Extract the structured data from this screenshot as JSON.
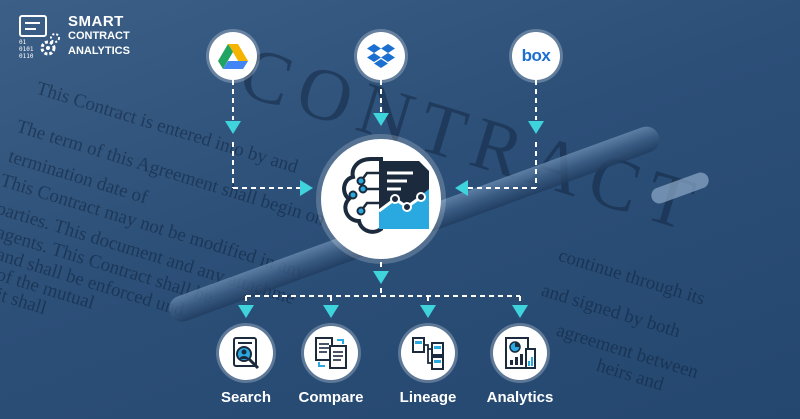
{
  "logo": {
    "line1": "SMART",
    "line2": "CONTRACT",
    "line3": "ANALYTICS",
    "icon": "gear-document-icon"
  },
  "background_text": {
    "title": "CONTRACT",
    "lines": [
      "This Contract is entered into by and",
      "The term of this Agreement shall begin on",
      "termination date of",
      "This Contract may not be modified in any",
      "parties. This document and any attachme",
      "agents. This Contract shall be",
      "and shall be enforced und",
      "of the mutual",
      "it shall",
      "continue through its",
      "and signed by both",
      "agreement between",
      "heirs and"
    ]
  },
  "sources": [
    {
      "name": "Google Drive",
      "icon": "google-drive-icon"
    },
    {
      "name": "Dropbox",
      "icon": "dropbox-icon"
    },
    {
      "name": "box",
      "icon": "box-icon"
    }
  ],
  "center": {
    "icon": "ai-brain-document-chart-icon"
  },
  "features": [
    {
      "label": "Search",
      "icon": "search-document-icon"
    },
    {
      "label": "Compare",
      "icon": "compare-documents-icon"
    },
    {
      "label": "Lineage",
      "icon": "lineage-icon"
    },
    {
      "label": "Analytics",
      "icon": "analytics-report-icon"
    }
  ],
  "colors": {
    "arrow": "#3fd3dc",
    "connector": "#ffffff",
    "brand_blue": "#1a6fd1"
  }
}
